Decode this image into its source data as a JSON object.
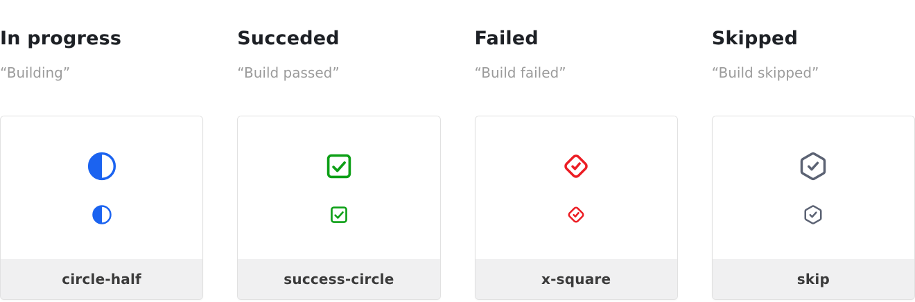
{
  "columns": [
    {
      "heading": "In progress",
      "subtitle": "“Building”",
      "label": "circle-half",
      "icon": "circle-half-icon",
      "color": "#1b63f0"
    },
    {
      "heading": "Succeded",
      "subtitle": "“Build passed”",
      "label": "success-circle",
      "icon": "check-square-icon",
      "color": "#0d9f16"
    },
    {
      "heading": "Failed",
      "subtitle": "“Build failed”",
      "label": "x-square",
      "icon": "diamond-check-icon",
      "color": "#ec1d24"
    },
    {
      "heading": "Skipped",
      "subtitle": "“Build skipped”",
      "label": "skip",
      "icon": "hexagon-check-icon",
      "color": "#5b6273"
    }
  ],
  "colors": {
    "heading_text": "#1d2025",
    "subtitle_text": "#9b9b9b",
    "card_border": "#e1e1e1",
    "footer_background": "#f0f0f1",
    "footer_label_text": "#3b3b3b",
    "in_progress_blue": "#1b63f0",
    "success_green": "#0d9f16",
    "failed_red": "#ec1d24",
    "skipped_gray": "#5b6273"
  }
}
